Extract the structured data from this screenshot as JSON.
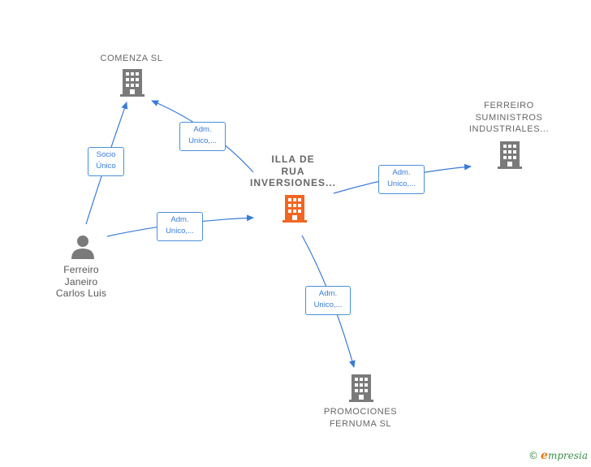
{
  "colors": {
    "edge": "#3a7bd5",
    "company_icon": "#7a7a7a",
    "main_icon": "#f26522",
    "person_icon": "#7a7a7a"
  },
  "nodes": {
    "comenza": {
      "label": "COMENZA  SL",
      "icon": "building-icon"
    },
    "ferreiro_sum": {
      "line1": "FERREIRO",
      "line2": "SUMINISTROS",
      "line3": "INDUSTRIALES...",
      "icon": "building-icon"
    },
    "illa": {
      "line1": "ILLA DE",
      "line2": "RUA",
      "line3": "INVERSIONES...",
      "icon": "building-icon"
    },
    "promociones": {
      "line1": "PROMOCIONES",
      "line2": "FERNUMA  SL",
      "icon": "building-icon"
    },
    "person": {
      "line1": "Ferreiro",
      "line2": "Janeiro",
      "line3": "Carlos Luis",
      "icon": "person-icon"
    }
  },
  "edges": {
    "socio": {
      "line1": "Socio",
      "line2": "Único"
    },
    "adm_comenza": {
      "line1": "Adm.",
      "line2": "Unico,..."
    },
    "adm_person": {
      "line1": "Adm.",
      "line2": "Unico,..."
    },
    "adm_ferreiro": {
      "line1": "Adm.",
      "line2": "Unico,..."
    },
    "adm_promo": {
      "line1": "Adm.",
      "line2": "Unico,..."
    }
  },
  "footer": {
    "copyright_symbol": "©",
    "brand_initial": "e",
    "brand_rest": "mpresia"
  }
}
